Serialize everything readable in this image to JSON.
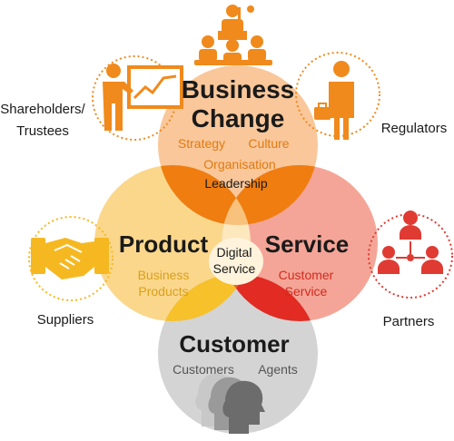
{
  "colors": {
    "orange": "#f08a1c",
    "orange_light": "#f9c79a",
    "product": "#fbd78c",
    "product_text": "#e0a21a",
    "service": "#f4a597",
    "service_text": "#d42a1f",
    "customer": "#cfcfcf",
    "customer_text": "#555555",
    "overlap_leadership": "#ef7d10",
    "overlap_digital": "#fde3b0",
    "overlap_yellow": "#f6c12a",
    "overlap_red": "#e12b23",
    "supplier_yellow": "#f6b820",
    "partner_red": "#df3b33"
  },
  "circles": {
    "business_change": {
      "title_line1": "Business",
      "title_line2": "Change",
      "items": [
        "Strategy",
        "Culture",
        "Organisation"
      ],
      "overlap_label": "Leadership"
    },
    "product": {
      "title": "Product",
      "sub_line1": "Business",
      "sub_line2": "Products"
    },
    "service": {
      "title": "Service",
      "sub_line1": "Customer",
      "sub_line2": "Service"
    },
    "customer": {
      "title": "Customer",
      "items": [
        "Customers",
        "Agents"
      ]
    },
    "center_label_line1": "Digital",
    "center_label_line2": "Service"
  },
  "stakeholders": {
    "shareholders_line1": "Shareholders/",
    "shareholders_line2": "Trustees",
    "regulators": "Regulators",
    "suppliers": "Suppliers",
    "partners": "Partners"
  },
  "icons": {
    "board_meeting": "board-meeting-icon",
    "presenter": "presenter-chart-icon",
    "regulator": "businessman-briefcase-icon",
    "handshake": "handshake-icon",
    "partners": "partners-network-icon",
    "customers": "customer-heads-icon"
  }
}
